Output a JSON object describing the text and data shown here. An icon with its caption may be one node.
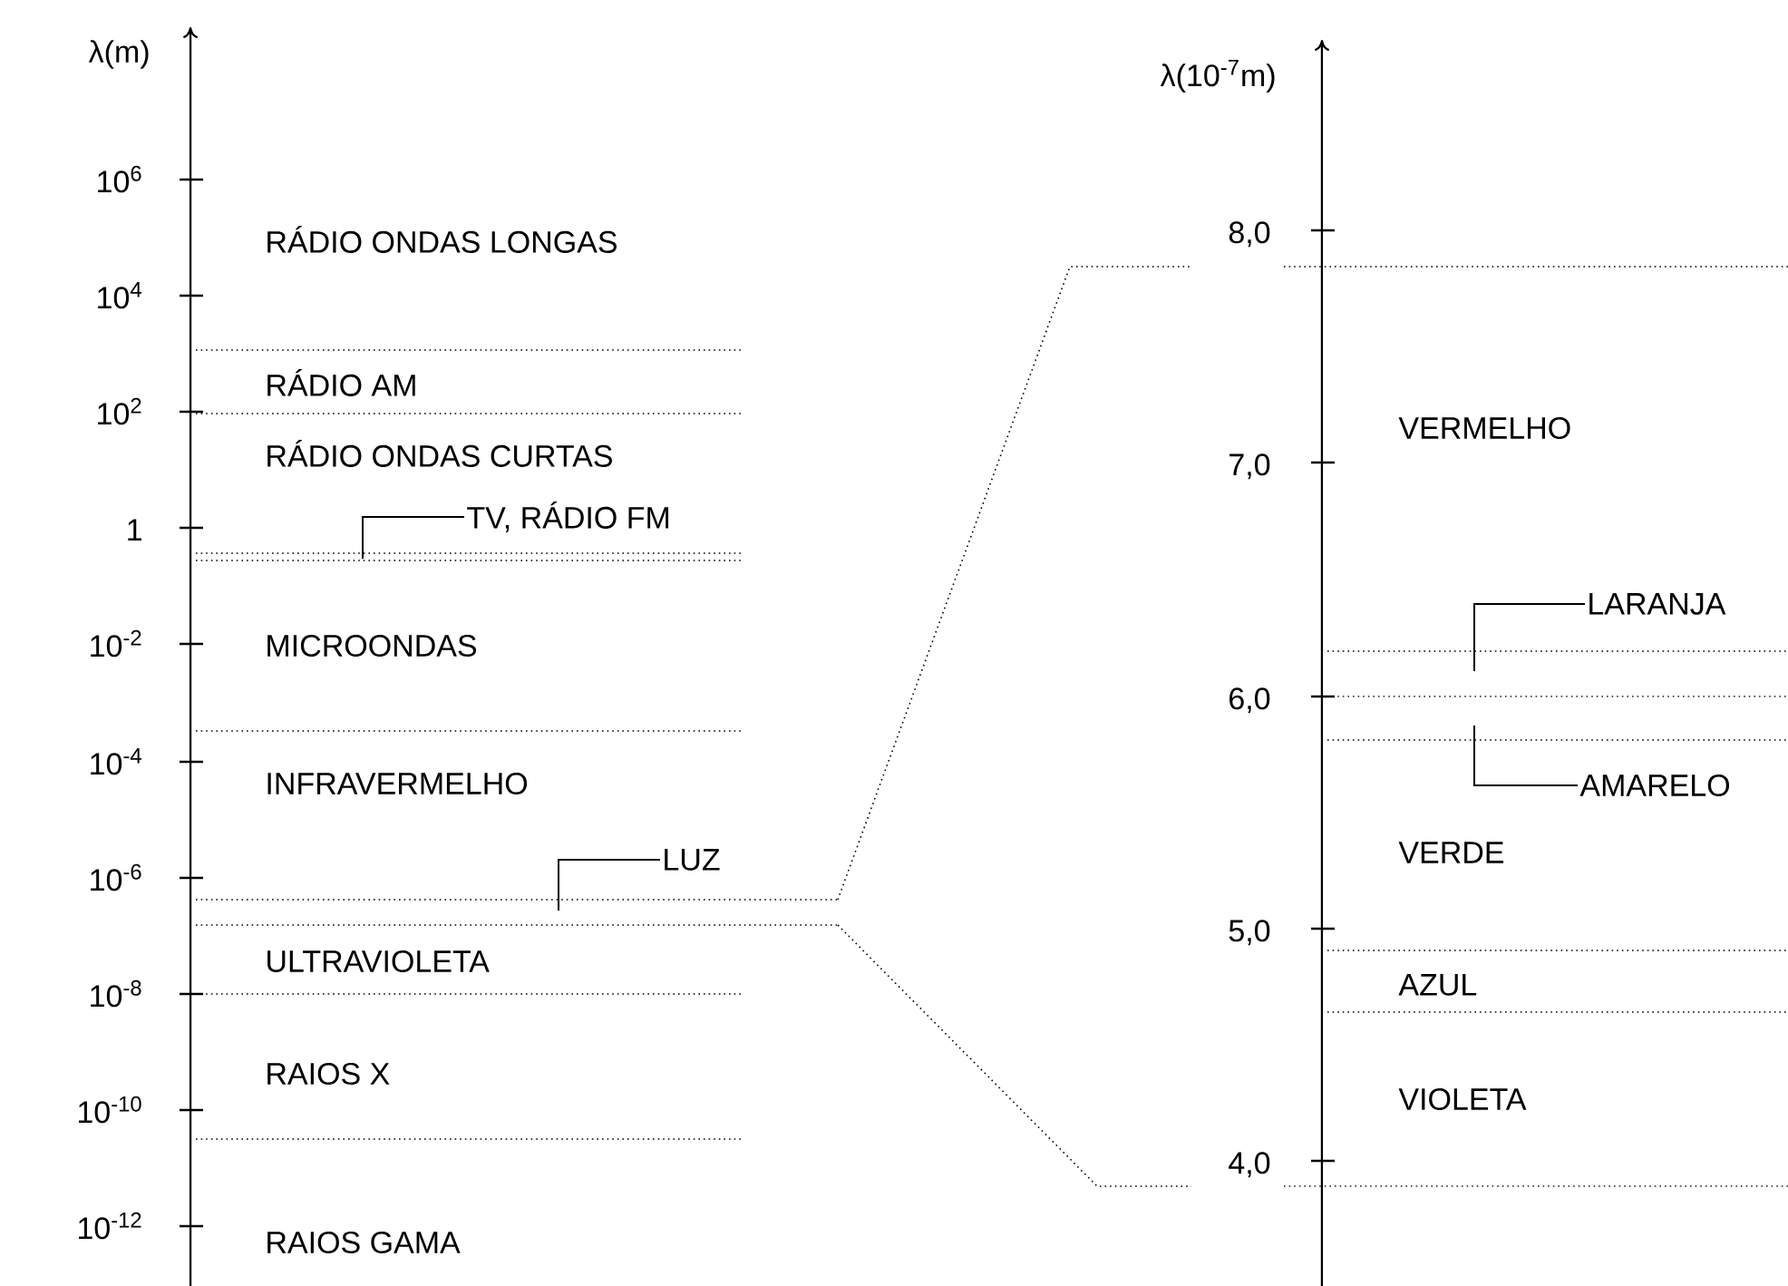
{
  "diagram": {
    "nodes": [
      {
        "text": [
          "TV, RÁDIO FM"
        ]
      },
      {
        "text": [
          "LUZ"
        ]
      },
      {
        "text": [
          "LARANJA"
        ]
      },
      {
        "text": [
          "AMARELO"
        ]
      }
    ],
    "edges": [
      {
        "from": 0,
        "to": null,
        "arrow": "none"
      },
      {
        "from": 1,
        "to": null,
        "arrow": "none"
      },
      {
        "from": 2,
        "to": null,
        "arrow": "none"
      },
      {
        "from": 3,
        "to": null,
        "arrow": "none"
      }
    ],
    "labels": [
      "λ(m)",
      "10$^{6}$",
      "RÁDIO ONDAS LONGAS",
      "10$^{4}$",
      "RÁDIO AM",
      "10$^{2}$",
      "RÁDIO ONDAS CURTAS",
      "1",
      "10$^{-2}$",
      "MICROONDAS",
      "10$^{-4}$",
      "INFRAVERMELHO",
      "10$^{-6}$",
      "ULTRAVIOLETA",
      "10$^{-8}$",
      "RAIOS X",
      "10$^{-10}$",
      "10$^{-12}$",
      "RAIOS GAMA",
      "λ(10$^{-7}$m)",
      "8,0",
      "7,0",
      "VERMELHO",
      "6,0",
      "VERDE",
      "5,0",
      "AZUL",
      "VIOLETA",
      "4,0"
    ]
  }
}
